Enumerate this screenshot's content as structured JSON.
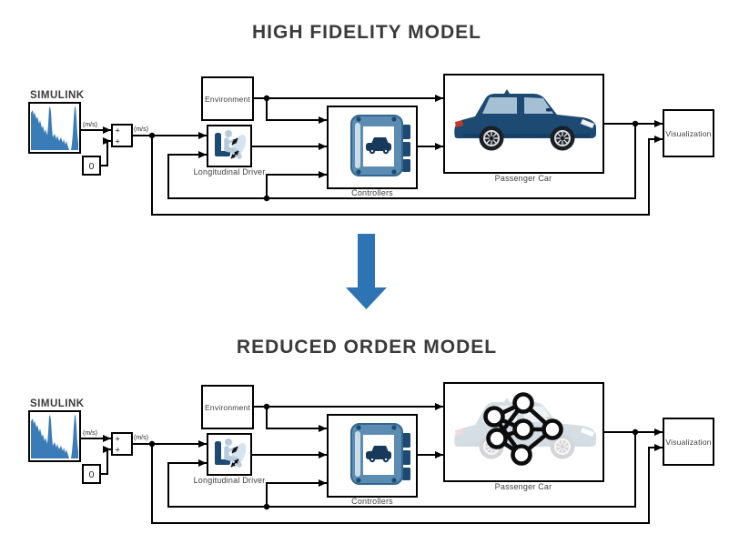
{
  "colors": {
    "accent_blue": "#2e74b5",
    "waveform_blue": "#3a7cb8",
    "car_navy": "#1c4a72",
    "title_gray": "#3a3a3a"
  },
  "icons": {
    "transform_arrow": "down-arrow",
    "source_waveform": "drive-cycle-signal",
    "driver": "seated-driver",
    "controllers": "ecu-controller",
    "passenger_car": "sedan-car",
    "reduced_passenger_car": "neural-network-over-faded-car"
  },
  "hf": {
    "title": "HIGH FIDELITY MODEL",
    "source_label": "SIMULINK",
    "unit_in": "(m/s)",
    "unit_out": "(m/s)",
    "constant": "0",
    "plus_top": "+",
    "plus_bottom": "+",
    "environment": "Environment",
    "driver": "Longitudinal Driver",
    "controllers": "Controllers",
    "passenger_car": "Passenger Car",
    "visualization": "Visualization"
  },
  "rom": {
    "title": "REDUCED ORDER MODEL",
    "source_label": "SIMULINK",
    "unit_in": "(m/s)",
    "unit_out": "(m/s)",
    "constant": "0",
    "plus_top": "+",
    "plus_bottom": "+",
    "environment": "Environment",
    "driver": "Longitudinal Driver",
    "controllers": "Controllers",
    "passenger_car": "Passenger Car",
    "visualization": "Visualization"
  }
}
